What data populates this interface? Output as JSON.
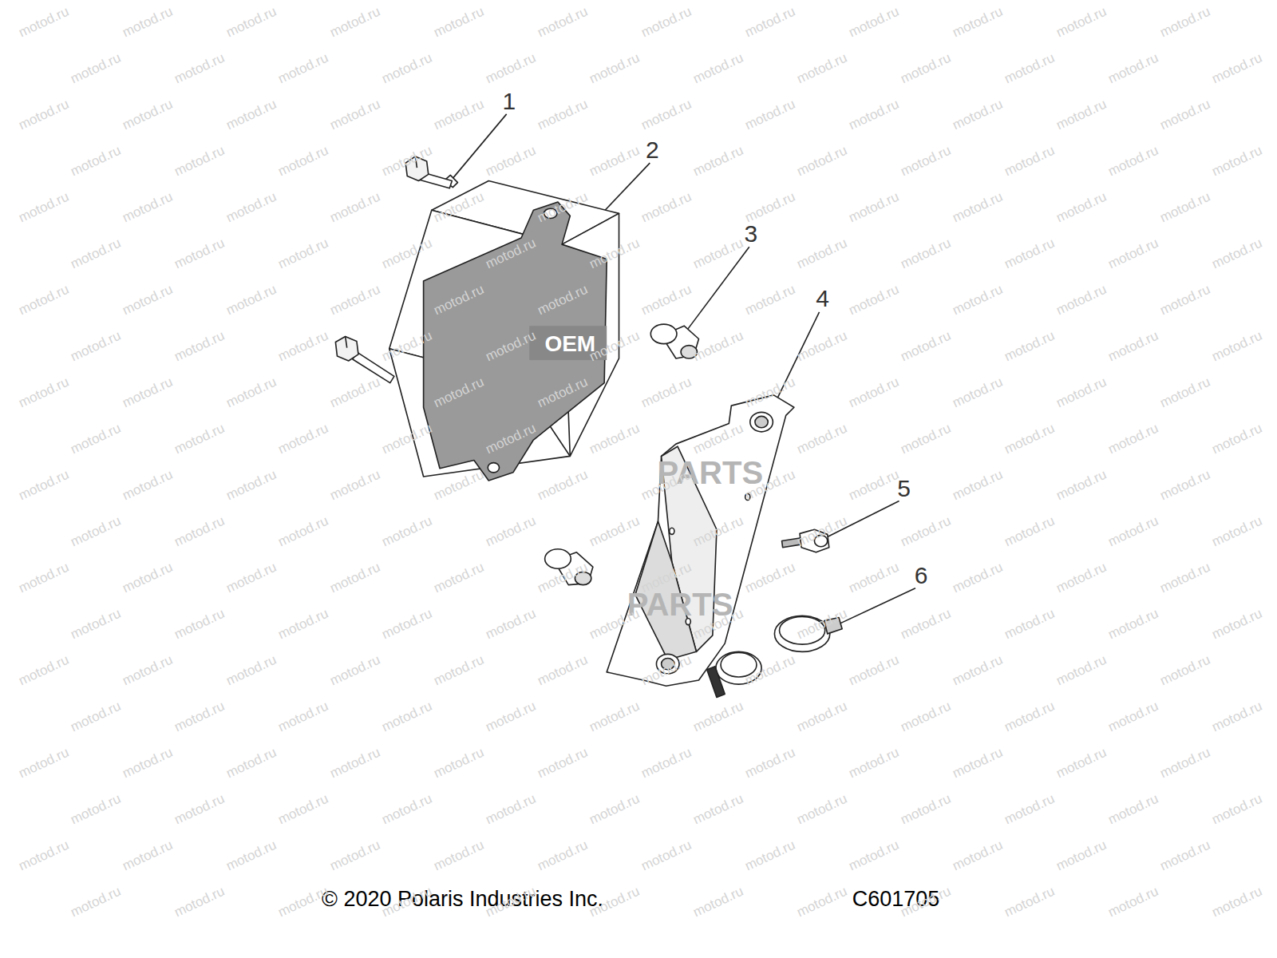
{
  "diagram": {
    "labels": [
      "1",
      "2",
      "3",
      "4",
      "5",
      "6",
      "OEM",
      "PARTS",
      "PARTS",
      "© 2020 Polaris Industries Inc.",
      "C601705",
      "motod.ru",
      "motod.ru",
      "motod.ru",
      "motod.ru",
      "motod.ru",
      "motod.ru",
      "motod.ru",
      "motod.ru",
      "motod.ru",
      "motod.ru",
      "motod.ru",
      "motod.ru",
      "motod.ru",
      "motod.ru",
      "motod.ru",
      "motod.ru",
      "motod.ru",
      "motod.ru",
      "motod.ru",
      "motod.ru",
      "motod.ru",
      "motod.ru",
      "motod.ru",
      "motod.ru",
      "motod.ru",
      "motod.ru",
      "motod.ru",
      "motod.ru",
      "motod.ru",
      "motod.ru",
      "motod.ru",
      "motod.ru",
      "motod.ru",
      "motod.ru",
      "motod.ru",
      "motod.ru",
      "motod.ru",
      "motod.ru",
      "motod.ru",
      "motod.ru",
      "motod.ru",
      "motod.ru",
      "motod.ru",
      "motod.ru",
      "motod.ru",
      "motod.ru",
      "motod.ru",
      "motod.ru",
      "motod.ru",
      "motod.ru",
      "motod.ru",
      "motod.ru",
      "motod.ru",
      "motod.ru",
      "motod.ru",
      "motod.ru",
      "motod.ru",
      "motod.ru",
      "motod.ru",
      "motod.ru",
      "motod.ru",
      "motod.ru",
      "motod.ru",
      "motod.ru",
      "motod.ru",
      "motod.ru",
      "motod.ru",
      "motod.ru",
      "motod.ru",
      "motod.ru",
      "motod.ru",
      "motod.ru",
      "motod.ru",
      "motod.ru",
      "motod.ru",
      "motod.ru",
      "motod.ru",
      "motod.ru",
      "motod.ru",
      "motod.ru",
      "motod.ru",
      "motod.ru",
      "motod.ru",
      "motod.ru",
      "motod.ru",
      "motod.ru",
      "motod.ru",
      "motod.ru",
      "motod.ru",
      "motod.ru",
      "motod.ru",
      "motod.ru",
      "motod.ru",
      "motod.ru",
      "motod.ru",
      "motod.ru",
      "motod.ru",
      "motod.ru",
      "motod.ru",
      "motod.ru",
      "motod.ru",
      "motod.ru",
      "motod.ru",
      "motod.ru",
      "motod.ru",
      "motod.ru",
      "motod.ru",
      "motod.ru",
      "motod.ru",
      "motod.ru",
      "motod.ru",
      "motod.ru",
      "motod.ru",
      "motod.ru",
      "motod.ru",
      "motod.ru",
      "motod.ru",
      "motod.ru",
      "motod.ru",
      "motod.ru",
      "motod.ru",
      "motod.ru",
      "motod.ru",
      "motod.ru",
      "motod.ru",
      "motod.ru",
      "motod.ru",
      "motod.ru",
      "motod.ru",
      "motod.ru",
      "motod.ru",
      "motod.ru",
      "motod.ru",
      "motod.ru",
      "motod.ru",
      "motod.ru",
      "motod.ru",
      "motod.ru",
      "motod.ru",
      "motod.ru",
      "motod.ru",
      "motod.ru",
      "motod.ru",
      "motod.ru",
      "motod.ru",
      "motod.ru",
      "motod.ru",
      "motod.ru",
      "motod.ru",
      "motod.ru",
      "motod.ru",
      "motod.ru",
      "motod.ru",
      "motod.ru",
      "motod.ru",
      "motod.ru",
      "motod.ru",
      "motod.ru",
      "motod.ru",
      "motod.ru",
      "motod.ru",
      "motod.ru",
      "motod.ru",
      "motod.ru",
      "motod.ru",
      "motod.ru",
      "motod.ru",
      "motod.ru",
      "motod.ru",
      "motod.ru",
      "motod.ru",
      "motod.ru",
      "motod.ru",
      "motod.ru",
      "motod.ru",
      "motod.ru",
      "motod.ru",
      "motod.ru",
      "motod.ru",
      "motod.ru",
      "motod.ru",
      "motod.ru",
      "motod.ru",
      "motod.ru",
      "motod.ru",
      "motod.ru",
      "motod.ru",
      "motod.ru",
      "motod.ru",
      "motod.ru",
      "motod.ru",
      "motod.ru",
      "motod.ru",
      "motod.ru",
      "motod.ru",
      "motod.ru",
      "motod.ru",
      "motod.ru",
      "motod.ru",
      "motod.ru",
      "motod.ru",
      "motod.ru",
      "motod.ru",
      "motod.ru",
      "motod.ru",
      "motod.ru",
      "motod.ru",
      "motod.ru",
      "motod.ru",
      "motod.ru",
      "motod.ru",
      "motod.ru",
      "motod.ru",
      "motod.ru",
      "motod.ru",
      "motod.ru",
      "motod.ru",
      "motod.ru",
      "motod.ru",
      "motod.ru",
      "motod.ru",
      "motod.ru",
      "motod.ru",
      "motod.ru",
      "motod.ru",
      "motod.ru",
      "motod.ru",
      "motod.ru",
      "motod.ru",
      "motod.ru",
      "motod.ru",
      "motod.ru",
      "motod.ru",
      "motod.ru",
      "motod.ru",
      "motod.ru",
      "motod.ru",
      "motod.ru",
      "motod.ru",
      "motod.ru"
    ]
  }
}
